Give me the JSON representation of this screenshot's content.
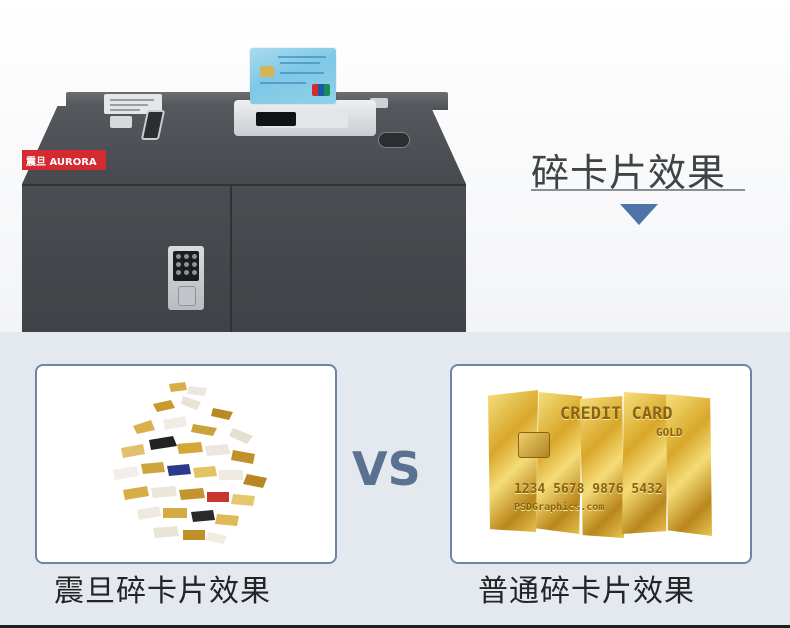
{
  "hero": {
    "title": "碎卡片效果",
    "brand_label": "震旦 AURORA",
    "arrow_color": "#4d74a5"
  },
  "comparison": {
    "vs_label": "VS",
    "left": {
      "caption": "震旦碎卡片效果"
    },
    "right": {
      "caption": "普通碎卡片效果",
      "card_title": "CREDIT CARD",
      "card_sub": "GOLD",
      "card_number": "1234 5678 9876 5432",
      "card_watermark": "PSDGraphics.com"
    },
    "panel_border_color": "#6d86a6"
  }
}
